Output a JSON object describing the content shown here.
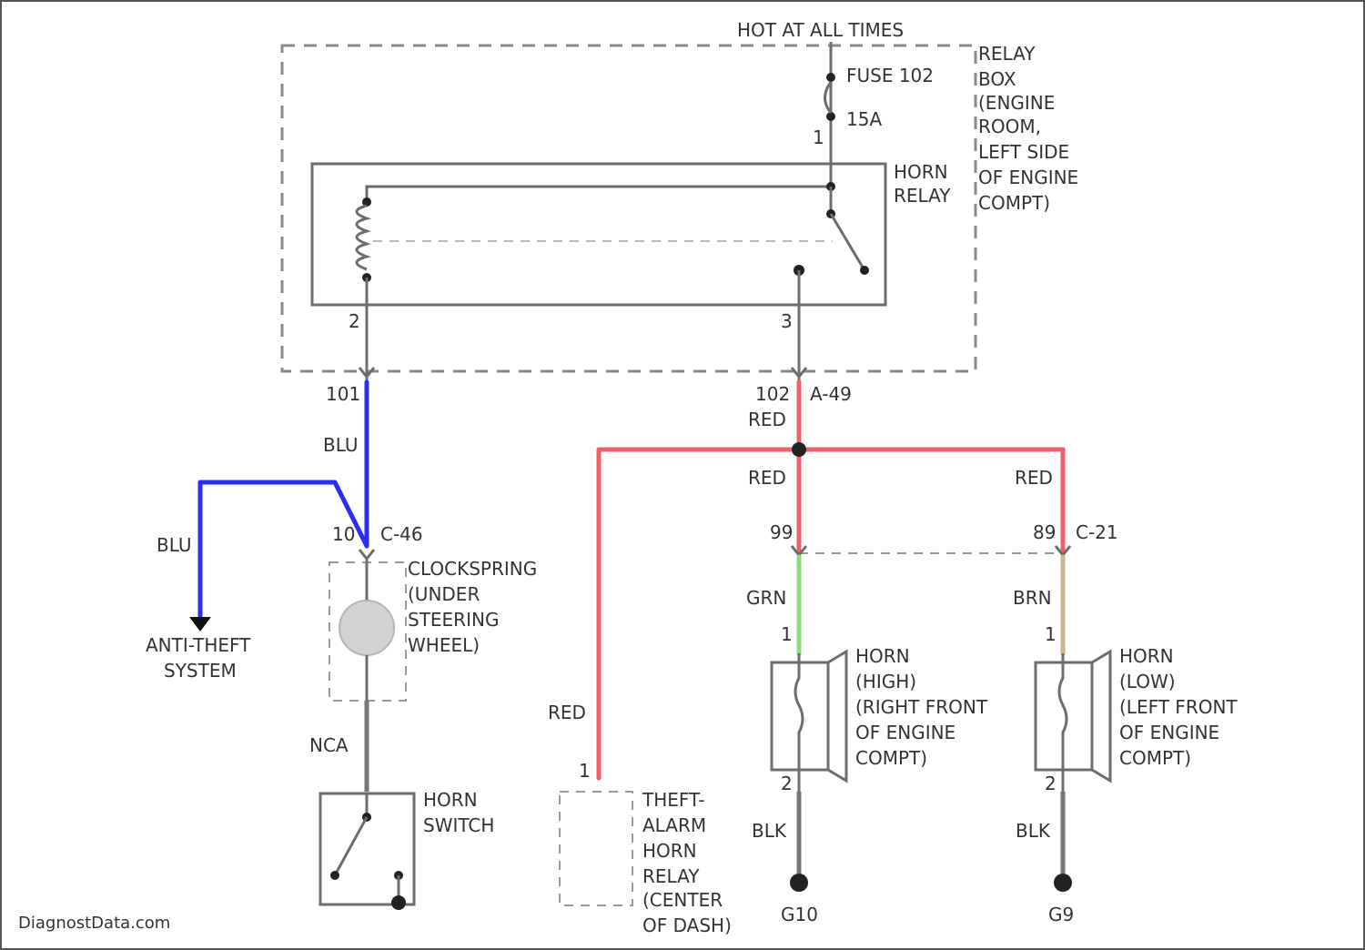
{
  "colors": {
    "blu": "#2a2ff0",
    "red": "#f0606a",
    "grn": "#8fdc7a",
    "brn": "#c7b98a",
    "gray": "#777777"
  },
  "top": {
    "power_label": "HOT AT ALL TIMES",
    "fuse_label": "FUSE 102",
    "fuse_rating": "15A"
  },
  "relay_box": {
    "label_lines": [
      "RELAY",
      "BOX",
      "(ENGINE",
      "ROOM,",
      "LEFT SIDE",
      "OF ENGINE",
      "COMPT)"
    ]
  },
  "horn_relay": {
    "label_lines": [
      "HORN",
      "RELAY"
    ],
    "coil_pin": "2",
    "switch_pin": "3",
    "feed_pin": "1"
  },
  "connectors": {
    "coil_out_number": "101",
    "switch_out_number": "102",
    "switch_out_id": "A-49",
    "clockspring_number": "10",
    "clockspring_id": "C-46",
    "horn_high_number": "99",
    "horn_low_number": "89",
    "horn_conn_id": "C-21",
    "pin1": "1",
    "pin2": "2"
  },
  "wires": {
    "blu_main": "BLU",
    "blu_branch": "BLU",
    "red_main": "RED",
    "red_center": "RED",
    "red_right": "RED",
    "red_left": "RED",
    "grn": "GRN",
    "brn": "BRN",
    "nca": "NCA",
    "blk_high": "BLK",
    "blk_low": "BLK"
  },
  "components": {
    "anti_theft_lines": [
      "ANTI-THEFT",
      "SYSTEM"
    ],
    "clockspring_lines": [
      "CLOCKSPRING",
      "(UNDER",
      "STEERING",
      "WHEEL)"
    ],
    "horn_switch_lines": [
      "HORN",
      "SWITCH"
    ],
    "theft_relay_lines": [
      "THEFT-",
      "ALARM",
      "HORN",
      "RELAY",
      "(CENTER",
      "OF DASH)"
    ],
    "horn_high_lines": [
      "HORN",
      "(HIGH)",
      "(RIGHT FRONT",
      "OF ENGINE",
      "COMPT)"
    ],
    "horn_low_lines": [
      "HORN",
      "(LOW)",
      "(LEFT FRONT",
      "OF ENGINE",
      "COMPT)"
    ]
  },
  "grounds": {
    "high": "G10",
    "low": "G9"
  },
  "watermark": "DiagnostData.com"
}
